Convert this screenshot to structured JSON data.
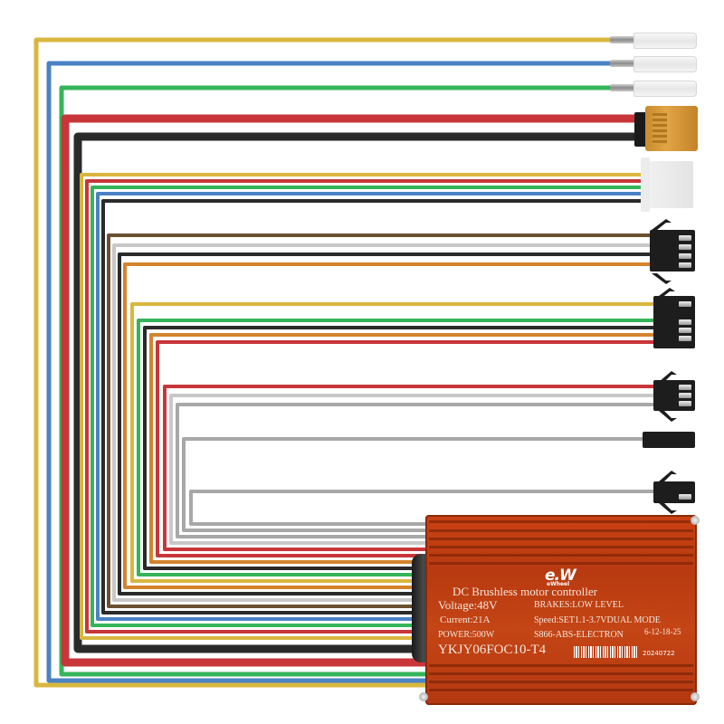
{
  "product": {
    "type": "DC brushless motor controller wiring harness product photo"
  },
  "controller": {
    "logo": "e.W",
    "logo_sub": "eWheel",
    "title": "DC Brushless motor controller",
    "voltage": "Voltage:48V",
    "current": "Current:21A",
    "power": "POWER:500W",
    "model": "YKJY06FOC10-T4",
    "brakes": "BRAKES:LOW LEVEL",
    "speed": "Speed:SET1.1-3.7VDUAL MODE",
    "electron": "S866-ABS-ELECTRON",
    "electron_sup": "6-12-18-25",
    "barcode_date": "20240722",
    "housing_color": "#c04214"
  },
  "wire_colors": {
    "yellow": "#d9b73f",
    "blue": "#4a82c4",
    "green": "#34b55a",
    "red": "#c8363a",
    "black": "#2a2a2a",
    "brown": "#6b5030",
    "grey": "#a8a8a8",
    "light_grey": "#c8c8c8",
    "orange": "#d4832c"
  },
  "connectors": [
    {
      "id": "phase-yellow-bullet",
      "type": "bullet",
      "wires": [
        "yellow"
      ]
    },
    {
      "id": "phase-blue-bullet",
      "type": "bullet",
      "wires": [
        "blue"
      ]
    },
    {
      "id": "phase-green-bullet",
      "type": "bullet",
      "wires": [
        "green"
      ]
    },
    {
      "id": "battery-xt60",
      "type": "XT60",
      "wires": [
        "red",
        "black"
      ]
    },
    {
      "id": "hall-sensor-jst",
      "type": "JST 5-pin",
      "wires": [
        "yellow",
        "red",
        "green",
        "blue",
        "black"
      ]
    },
    {
      "id": "connector-sm4",
      "type": "SM 4-pin",
      "wires": [
        "brown",
        "grey",
        "black",
        "orange"
      ]
    },
    {
      "id": "connector-sm5",
      "type": "SM 5-pin",
      "wires": [
        "yellow",
        "green",
        "black",
        "orange",
        "red"
      ]
    },
    {
      "id": "connector-sm3",
      "type": "SM 3-pin",
      "wires": [
        "red",
        "grey",
        "grey"
      ]
    },
    {
      "id": "connector-sm2-male",
      "type": "SM 2-pin",
      "wires": [
        "grey"
      ]
    },
    {
      "id": "connector-sm2-female",
      "type": "SM 2-pin",
      "wires": [
        "grey"
      ]
    }
  ]
}
